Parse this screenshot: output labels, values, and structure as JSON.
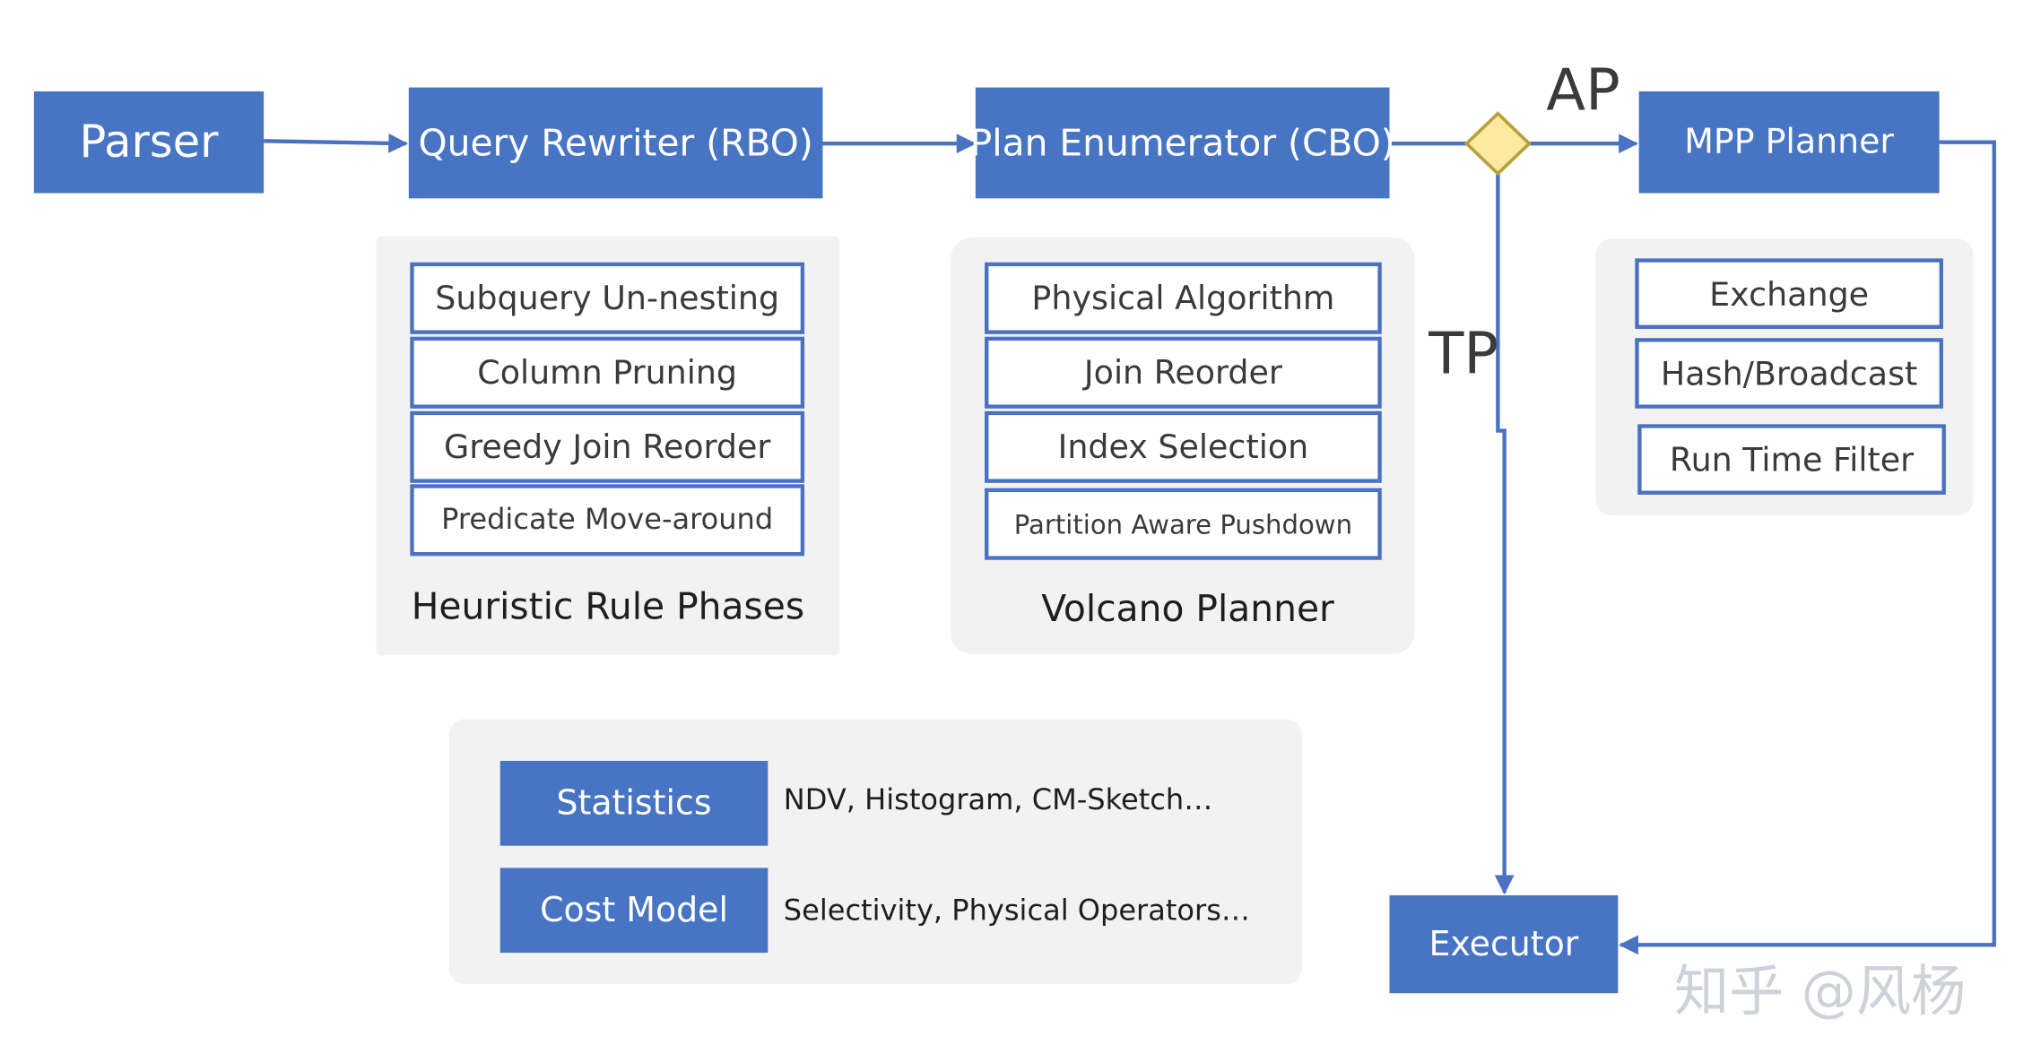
{
  "stages": {
    "parser": "Parser",
    "query_rewriter": "Query Rewriter (RBO)",
    "plan_enumerator": "Plan Enumerator (CBO)",
    "mpp_planner": "MPP Planner",
    "executor": "Executor"
  },
  "branches": {
    "ap": "AP",
    "tp": "TP"
  },
  "heuristic_panel": {
    "items": [
      "Subquery Un-nesting",
      "Column Pruning",
      "Greedy Join Reorder",
      "Predicate Move-around"
    ],
    "caption": "Heuristic Rule Phases"
  },
  "volcano_panel": {
    "items": [
      "Physical Algorithm",
      "Join Reorder",
      "Index Selection",
      "Partition Aware Pushdown"
    ],
    "caption": "Volcano Planner"
  },
  "mpp_panel": {
    "items": [
      "Exchange",
      "Hash/Broadcast",
      "Run Time Filter"
    ]
  },
  "cost_panel": {
    "statistics_label": "Statistics",
    "statistics_desc": "NDV, Histogram, CM-Sketch…",
    "cost_model_label": "Cost Model",
    "cost_model_desc": "Selectivity, Physical Operators…"
  },
  "watermark": "知乎 @风杨",
  "colors": {
    "stage_fill": "#4874c4",
    "item_border": "#4a72c0",
    "panel_fill": "#f2f2f3",
    "decision_fill": "#fde9a0",
    "decision_border": "#b5a23c"
  }
}
